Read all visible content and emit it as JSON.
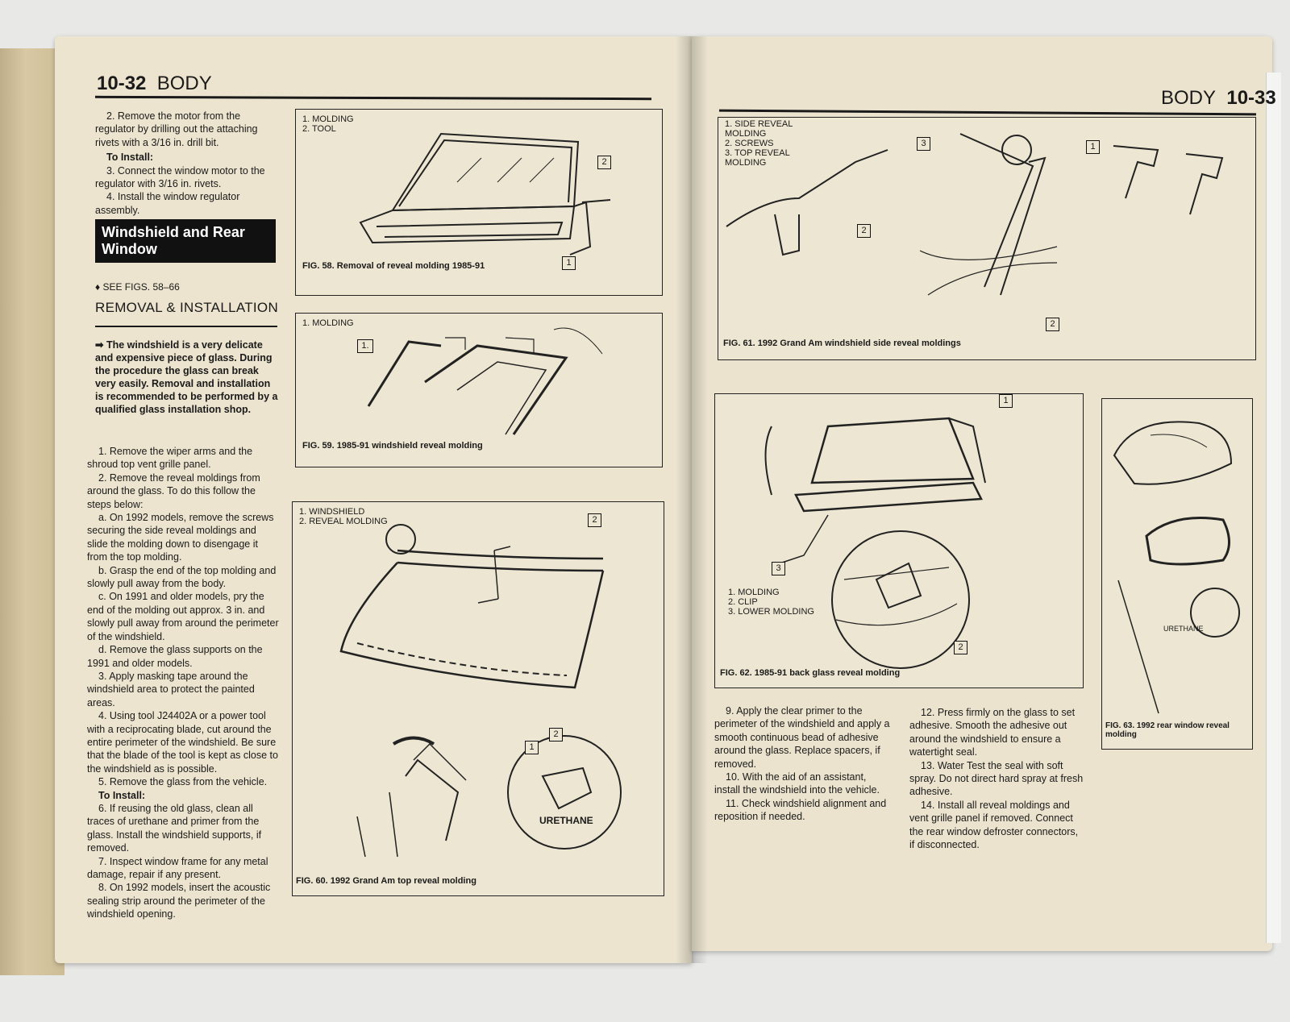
{
  "left_page": {
    "page_num": "10-32",
    "section": "BODY",
    "step2": "2. Remove the motor from the regulator by drilling out the attaching rivets with a 3/16 in. drill bit.",
    "to_install_1": "To Install:",
    "step3": "3. Connect the window motor to the regulator with 3/16 in. rivets.",
    "step4": "4. Install the window regulator assembly.",
    "box_heading": "Windshield and Rear Window",
    "see_figs": "♦ SEE FIGS. 58–66",
    "subheading": "REMOVAL & INSTALLATION",
    "warning": "➡ The windshield is a very delicate and expensive piece of glass. During the procedure the glass can break very easily. Removal and installation is recommended to be performed by a qualified glass installation shop.",
    "r1": "1. Remove the wiper arms and the shroud top vent grille panel.",
    "r2": "2. Remove the reveal moldings from around the glass. To do this follow the steps below:",
    "r2a": "a. On 1992 models, remove the screws securing the side reveal moldings and slide the molding down to disengage it from the top molding.",
    "r2b": "b. Grasp the end of the top molding and slowly pull away from the body.",
    "r2c": "c. On 1991 and older models, pry the end of the molding out approx. 3 in. and slowly pull away from around the perimeter of the windshield.",
    "r2d": "d. Remove the glass supports on the 1991 and older models.",
    "r3": "3. Apply masking tape around the windshield area to protect the painted areas.",
    "r4": "4. Using tool J24402A or a power tool with a reciprocating blade, cut around the entire perimeter of the windshield. Be sure that the blade of the tool is kept as close to the windshield as is possible.",
    "r5": "5. Remove the glass from the vehicle.",
    "to_install_2": "To Install:",
    "r6": "6. If reusing the old glass, clean all traces of urethane and primer from the glass. Install the windshield supports, if removed.",
    "r7": "7. Inspect window frame for any metal damage, repair if any present.",
    "r8": "8. On 1992 models, insert the acoustic sealing strip around the perimeter of the windshield opening."
  },
  "fig58": {
    "legend": [
      "1. MOLDING",
      "2. TOOL"
    ],
    "caption": "FIG. 58. Removal of reveal molding 1985-91",
    "callouts": [
      "1",
      "2"
    ]
  },
  "fig59": {
    "legend": [
      "1. MOLDING"
    ],
    "caption": "FIG. 59. 1985-91 windshield reveal molding",
    "callouts": [
      "1."
    ]
  },
  "fig60": {
    "legend": [
      "1. WINDSHIELD",
      "2. REVEAL MOLDING"
    ],
    "caption": "FIG. 60. 1992 Grand Am top reveal molding",
    "callouts": [
      "2",
      "1",
      "2"
    ],
    "detail_label": "URETHANE"
  },
  "right_page": {
    "section": "BODY",
    "page_num": "10-33",
    "s9": "9. Apply the clear primer to the perimeter of the windshield and apply a smooth continuous bead of adhesive around the glass. Replace spacers, if removed.",
    "s10": "10. With the aid of an assistant, install the windshield into the vehicle.",
    "s11": "11. Check windshield alignment and reposition if needed.",
    "s12": "12. Press firmly on the glass to set adhesive. Smooth the adhesive out around the windshield to ensure a watertight seal.",
    "s13": "13. Water Test the seal with soft spray. Do not direct hard spray at fresh adhesive.",
    "s14": "14. Install all reveal moldings and vent grille panel if removed. Connect the rear window defroster connectors, if disconnected."
  },
  "fig61": {
    "legend": [
      "1. SIDE REVEAL MOLDING",
      "2. SCREWS",
      "3. TOP REVEAL MOLDING"
    ],
    "caption": "FIG. 61. 1992 Grand Am windshield side reveal moldings",
    "callouts": [
      "3",
      "1",
      "2",
      "2"
    ]
  },
  "fig62": {
    "legend": [
      "1. MOLDING",
      "2. CLIP",
      "3. LOWER MOLDING"
    ],
    "caption": "FIG. 62. 1985-91 back glass reveal molding",
    "callouts": [
      "1",
      "3",
      "2"
    ]
  },
  "fig63": {
    "caption": "FIG. 63. 1992 rear window reveal molding",
    "detail_label": "URETHANE"
  }
}
